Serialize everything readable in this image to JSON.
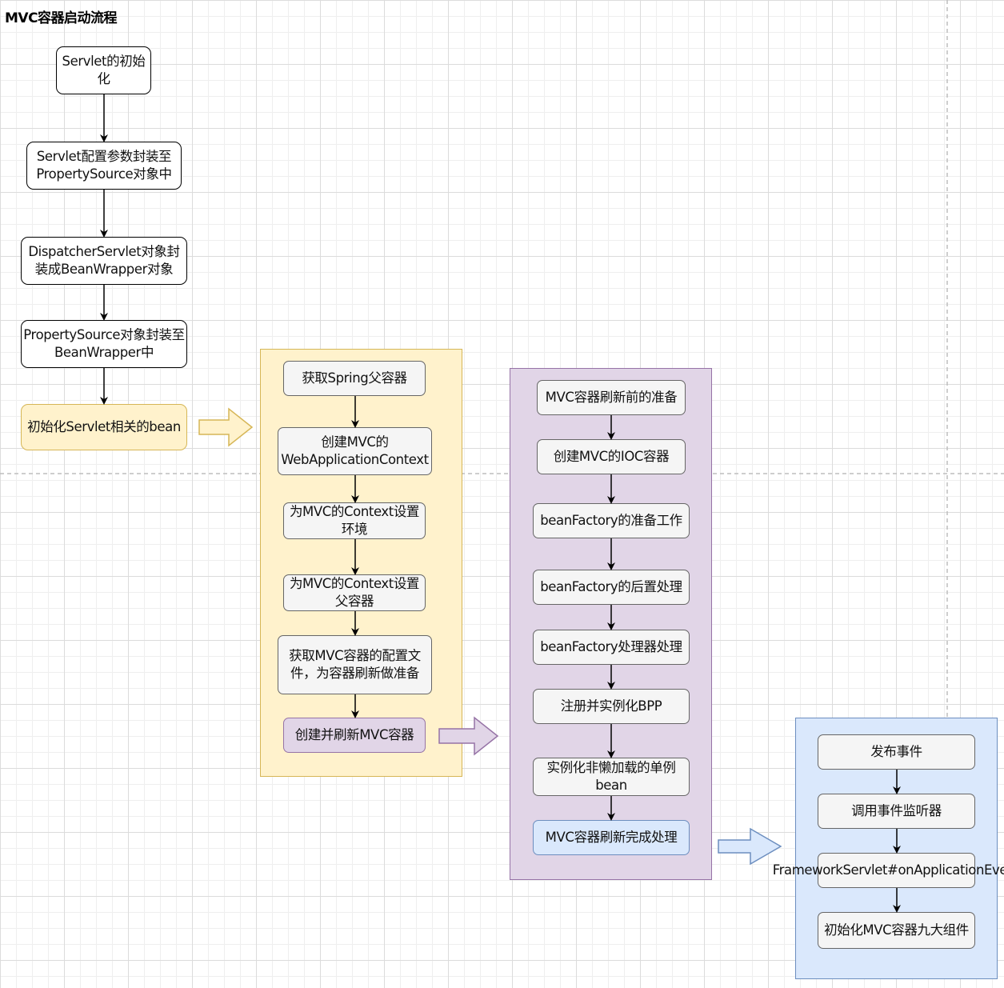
{
  "title": "MVC容器启动流程",
  "column1": {
    "steps": [
      "Servlet的初始化",
      "Servlet配置参数封装至PropertySource对象中",
      "DispatcherServlet对象封装成BeanWrapper对象",
      "PropertySource对象封装至BeanWrapper中",
      "初始化Servlet相关的bean"
    ]
  },
  "column2": {
    "steps": [
      "获取Spring父容器",
      "创建MVC的WebApplicationContext",
      "为MVC的Context设置环境",
      "为MVC的Context设置父容器",
      "获取MVC容器的配置文件，为容器刷新做准备",
      "创建并刷新MVC容器"
    ]
  },
  "column3": {
    "steps": [
      "MVC容器刷新前的准备",
      "创建MVC的IOC容器",
      "beanFactory的准备工作",
      "beanFactory的后置处理",
      "beanFactory处理器处理",
      "注册并实例化BPP",
      "实例化非懒加载的单例bean",
      "MVC容器刷新完成处理"
    ]
  },
  "column4": {
    "steps": [
      "发布事件",
      "调用事件监听器",
      "FrameworkServlet#onApplicationEvent",
      "初始化MVC容器九大组件"
    ]
  },
  "colors": {
    "yellow_fill": "#fff2cc",
    "yellow_stroke": "#d6b656",
    "purple_fill": "#e1d5e7",
    "purple_stroke": "#9673a6",
    "blue_fill": "#dae8fc",
    "blue_stroke": "#6c8ebf",
    "gray_fill": "#f5f5f5",
    "gray_stroke": "#666666"
  }
}
